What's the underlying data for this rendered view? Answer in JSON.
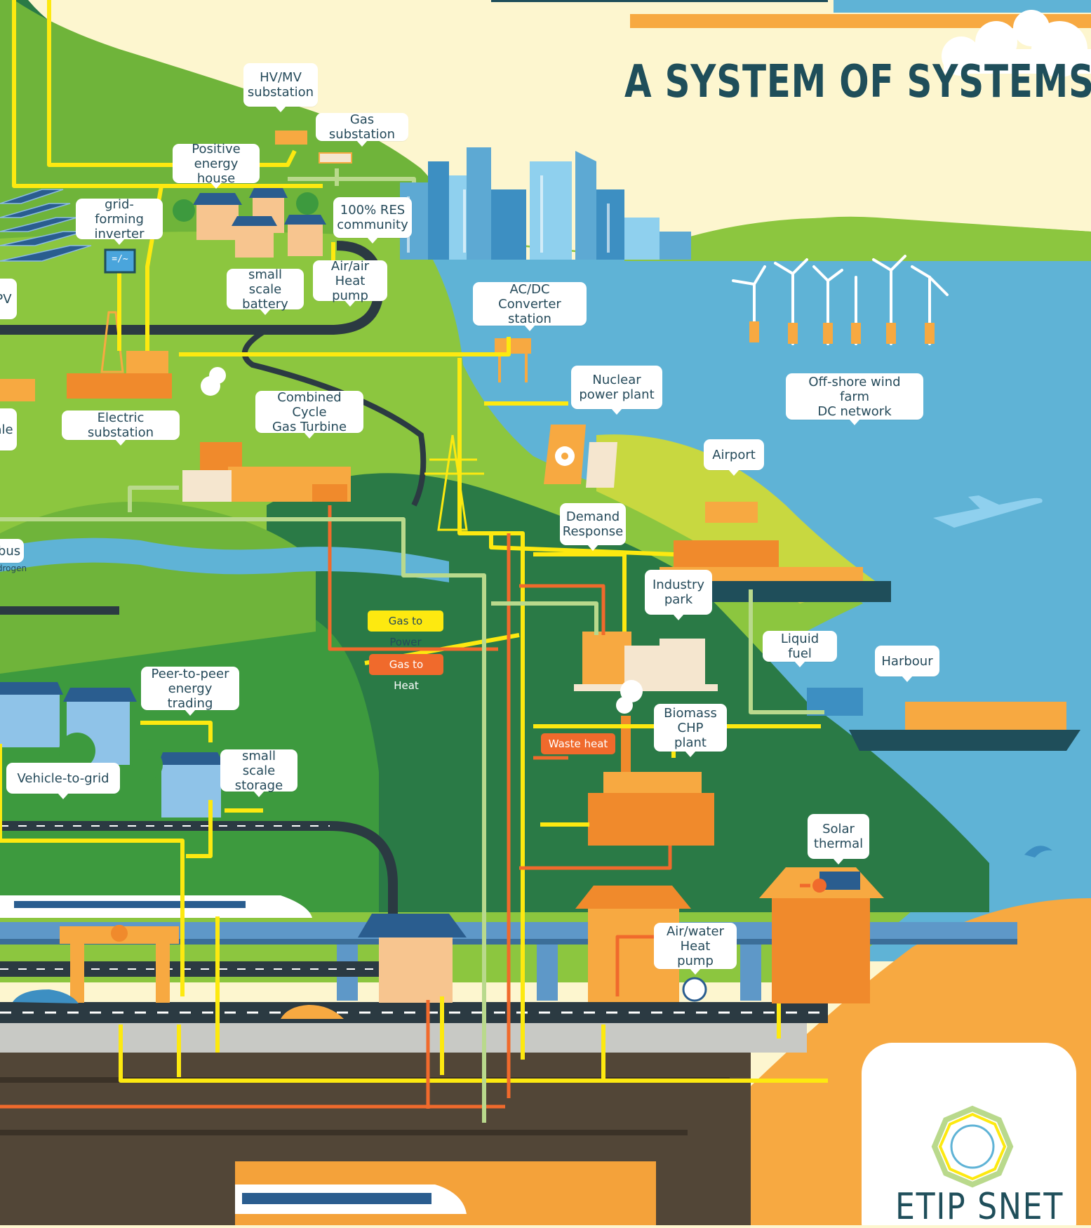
{
  "title": "A SYSTEM OF SYSTEMS",
  "labels": {
    "hv_mv_substation": "HV/MV\nsubstation",
    "gas_substation": "Gas substation",
    "positive_energy_house": "Positive\nenergy house",
    "grid_forming_inverter": "grid-forming\ninverter",
    "res_community": "100% RES\ncommunity",
    "small_scale_battery": "small scale\nbattery",
    "air_air_heat_pump": "Air/air\nHeat pump",
    "ac_dc_converter": "AC/DC\nConverter station",
    "pv_partial": "PV",
    "electric_substation": "Electric substation",
    "scale_partial": "ale",
    "combined_cycle": "Combined Cycle\nGas Turbine",
    "nuclear": "Nuclear\npower plant",
    "offshore_wind": "Off-shore wind farm\nDC network",
    "airport": "Airport",
    "demand_response": "Demand\nResponse",
    "bus_partial": "bus",
    "hydrogen_partial": "drogen",
    "industry_park": "Industry\npark",
    "liquid_fuel": "Liquid fuel",
    "harbour": "Harbour",
    "peer_to_peer": "Peer-to-peer\nenergy trading",
    "biomass_chp": "Biomass\nCHP plant",
    "vehicle_to_grid": "Vehicle-to-grid",
    "small_scale_storage": "small scale\nstorage",
    "solar_thermal": "Solar\nthermal",
    "air_water_heat_pump": "Air/water\nHeat pump"
  },
  "tags": {
    "gas_to_power": "Gas to Power",
    "gas_to_heat": "Gas to Heat",
    "waste_heat": "Waste heat"
  },
  "inverter_symbol": "=/~",
  "logo": {
    "name": "ETIP SNET"
  },
  "colors": {
    "electricity": "#fde910",
    "heat": "#f06a2c",
    "gas": "#b9d98c",
    "sea": "#5fb3d6",
    "land_light": "#8cc63f",
    "land_dark": "#2a7a46",
    "orange": "#f7a941",
    "text": "#1f4e5a"
  }
}
